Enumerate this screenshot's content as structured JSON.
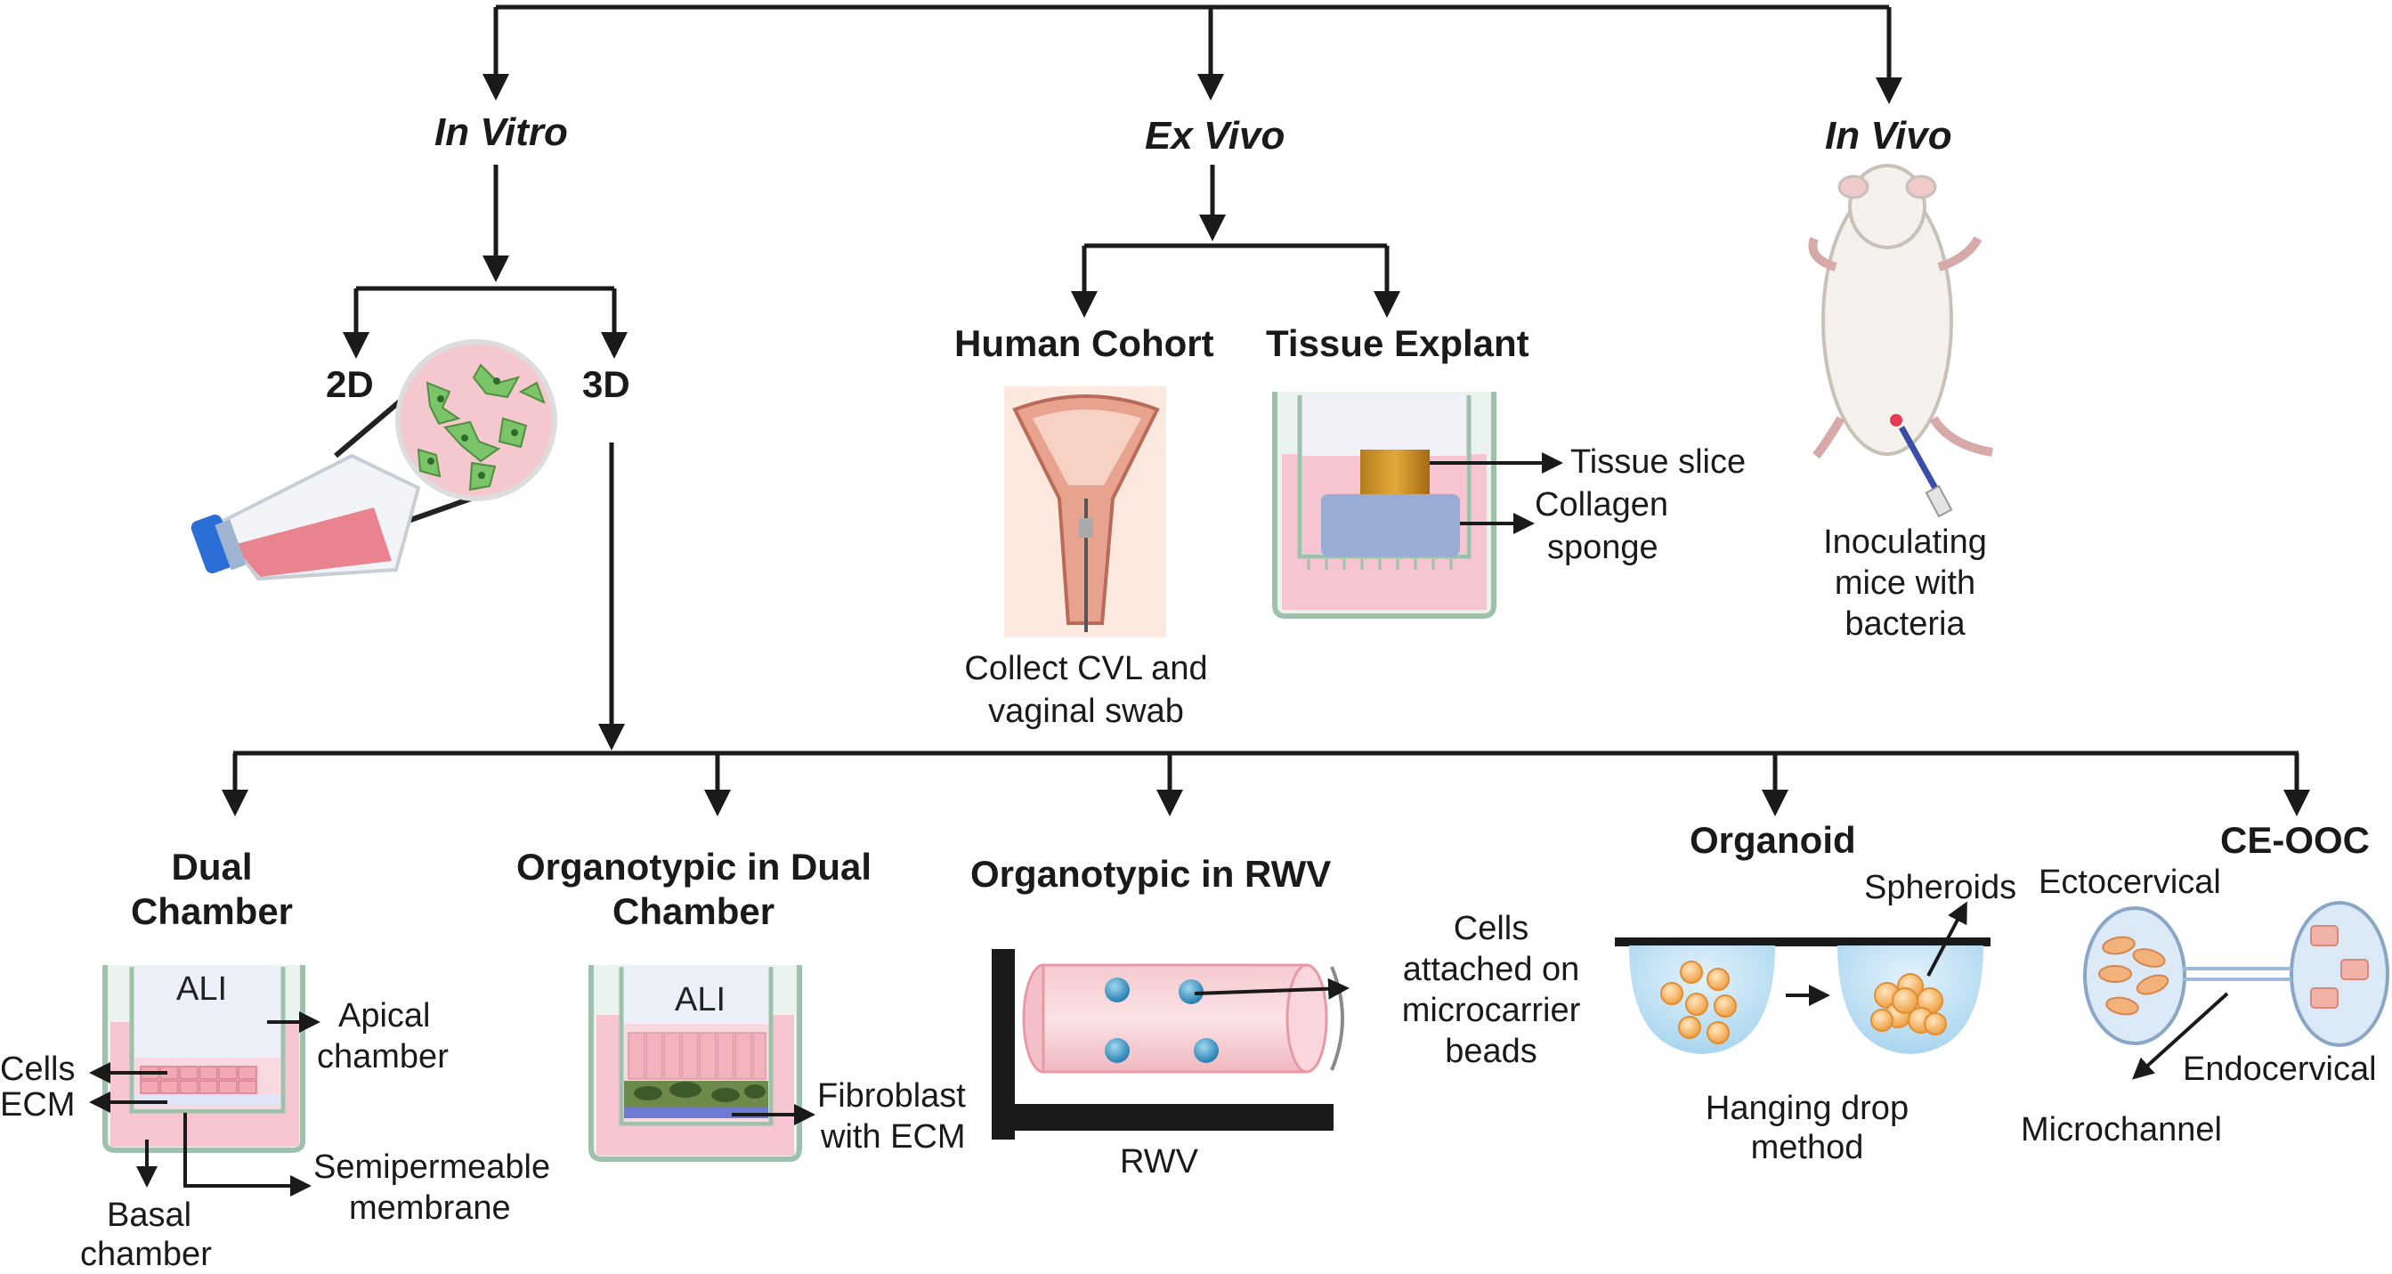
{
  "headers": {
    "in_vitro": "In Vitro",
    "ex_vivo": "Ex Vivo",
    "in_vivo": "In Vivo"
  },
  "in_vitro": {
    "d2": "2D",
    "d3": "3D"
  },
  "ex_vivo": {
    "human_cohort": {
      "title": "Human Cohort",
      "caption_l1": "Collect CVL and",
      "caption_l2": "vaginal swab"
    },
    "tissue_explant": {
      "title": "Tissue Explant",
      "tissue_slice": "Tissue slice",
      "collagen_l1": "Collagen",
      "collagen_l2": "sponge"
    }
  },
  "in_vivo": {
    "caption_l1": "Inoculating",
    "caption_l2": "mice with",
    "caption_l3": "bacteria"
  },
  "models": {
    "dual_chamber": {
      "title_l1": "Dual",
      "title_l2": "Chamber",
      "ali": "ALI",
      "apical_l1": "Apical",
      "apical_l2": "chamber",
      "cells": "Cells",
      "ecm": "ECM",
      "membrane_l1": "Semipermeable",
      "membrane_l2": "membrane",
      "basal_l1": "Basal",
      "basal_l2": "chamber"
    },
    "organotypic_dual": {
      "title_l1": "Organotypic in Dual",
      "title_l2": "Chamber",
      "ali": "ALI",
      "fibro_l1": "Fibroblast",
      "fibro_l2": "with ECM"
    },
    "organotypic_rwv": {
      "title": "Organotypic in RWV",
      "rwv": "RWV",
      "beads_l1": "Cells",
      "beads_l2": "attached on",
      "beads_l3": "microcarrier",
      "beads_l4": "beads"
    },
    "organoid": {
      "title": "Organoid",
      "spheroids": "Spheroids",
      "method_l1": "Hanging drop",
      "method_l2": "method"
    },
    "ceooc": {
      "title": "CE-OOC",
      "ecto": "Ectocervical",
      "endo": "Endocervical",
      "micro": "Microchannel"
    }
  }
}
